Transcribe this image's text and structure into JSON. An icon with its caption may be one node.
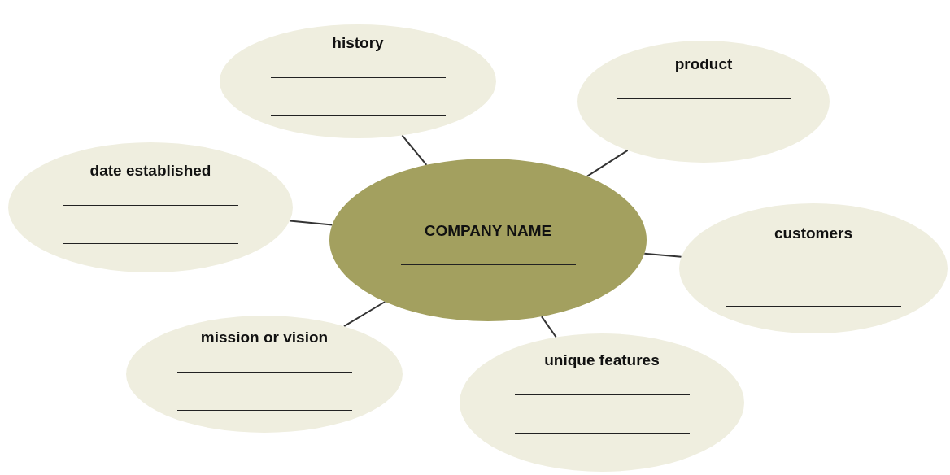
{
  "diagram": {
    "nodes": [
      {
        "text": [
          "history"
        ]
      },
      {
        "text": [
          "product"
        ]
      },
      {
        "text": [
          "date established"
        ]
      },
      {
        "text": [
          "COMPANY NAME"
        ]
      },
      {
        "text": [
          "customers"
        ]
      },
      {
        "text": [
          "mission or vision"
        ]
      },
      {
        "text": [
          "unique features"
        ]
      }
    ],
    "edges": [
      {
        "from": 3,
        "to": 0,
        "arrow": "none"
      },
      {
        "from": 3,
        "to": 1,
        "arrow": "none"
      },
      {
        "from": 3,
        "to": 2,
        "arrow": "none"
      },
      {
        "from": 3,
        "to": 4,
        "arrow": "none"
      },
      {
        "from": 3,
        "to": 5,
        "arrow": "none"
      },
      {
        "from": 3,
        "to": 6,
        "arrow": "none"
      }
    ]
  }
}
